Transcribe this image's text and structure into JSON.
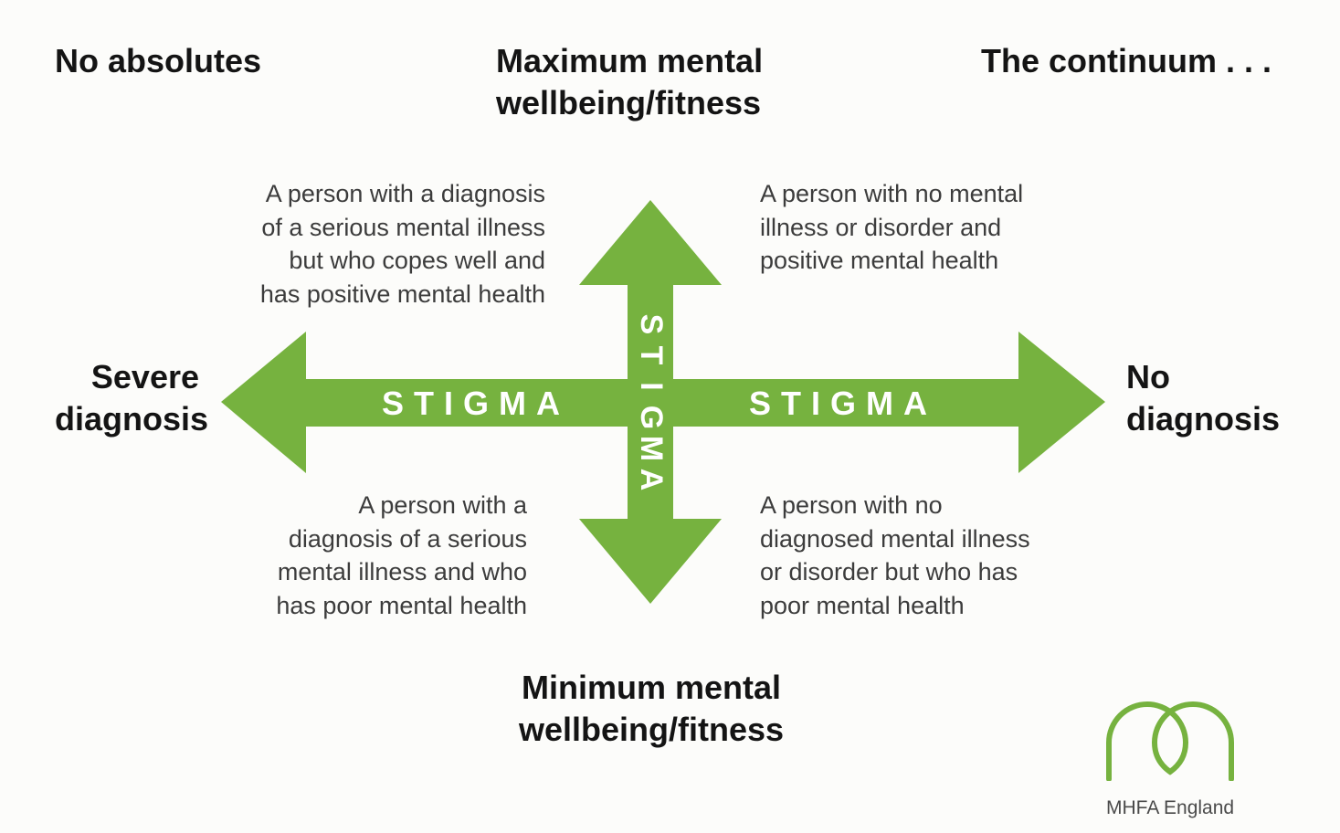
{
  "corner_left": "No absolutes",
  "corner_right": "The continuum . . .",
  "top_label": [
    "Maximum mental",
    "wellbeing/fitness"
  ],
  "bottom_label": [
    "Minimum mental",
    "wellbeing/fitness"
  ],
  "left_label": [
    "Severe",
    "diagnosis"
  ],
  "right_label": [
    "No",
    "diagnosis"
  ],
  "quadrants": {
    "top_left": [
      "A person with a diagnosis",
      "of a serious mental illness",
      "but who copes well and",
      "has positive mental health"
    ],
    "top_right": [
      "A person with no mental",
      "illness or disorder and",
      "positive mental health"
    ],
    "bottom_left": [
      "A person with a",
      "diagnosis of a serious",
      "mental illness and who",
      "has poor mental health"
    ],
    "bottom_right": [
      "A person with no",
      "diagnosed mental illness",
      "or disorder but who has",
      "poor mental health"
    ]
  },
  "stigma": {
    "left": "STIGMA",
    "right": "STIGMA",
    "vertical": [
      "S",
      "T",
      "I",
      "G",
      "M",
      "A"
    ]
  },
  "logo": {
    "text": "MHFA England",
    "color": "#76b23f"
  },
  "arrow_color": "#76b23f"
}
